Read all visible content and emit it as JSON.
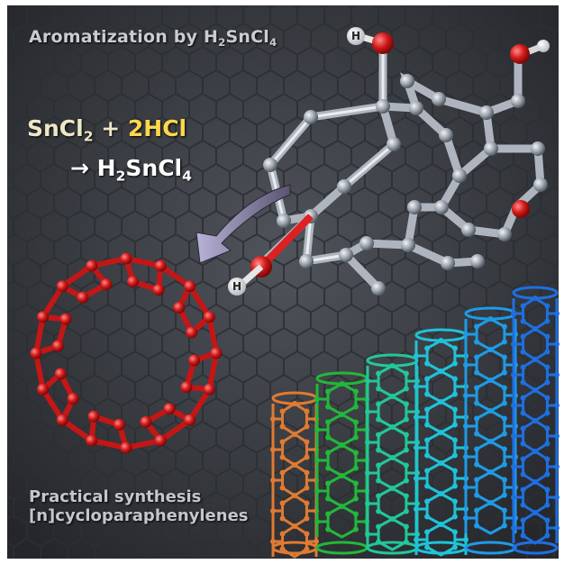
{
  "title": {
    "prefix": "Aromatization by H",
    "s1": "2",
    "mid": "SnCl",
    "s2": "4"
  },
  "equation": {
    "line1_a": "SnCl",
    "line1_sub": "2",
    "line1_b": " + ",
    "line1_c": "2HCl",
    "arrow": "→",
    "line2_a": " H",
    "line2_sub1": "2",
    "line2_b": "SnCl",
    "line2_sub2": "4"
  },
  "atom_labels": {
    "hydrogen": "H"
  },
  "footer": {
    "line1": "Practical synthesis",
    "line2": "[n]cycloparaphenylenes"
  },
  "colors": {
    "background": "#3a3d43",
    "red_ring": "#d81e1e",
    "hydroxyl_oxygen": "#e01818",
    "precursor_gray": "#9aa1ab",
    "nanotubes": [
      "#e07a32",
      "#22b83a",
      "#22c79a",
      "#1fc3d9",
      "#1e9be6",
      "#1e6fe0"
    ]
  }
}
